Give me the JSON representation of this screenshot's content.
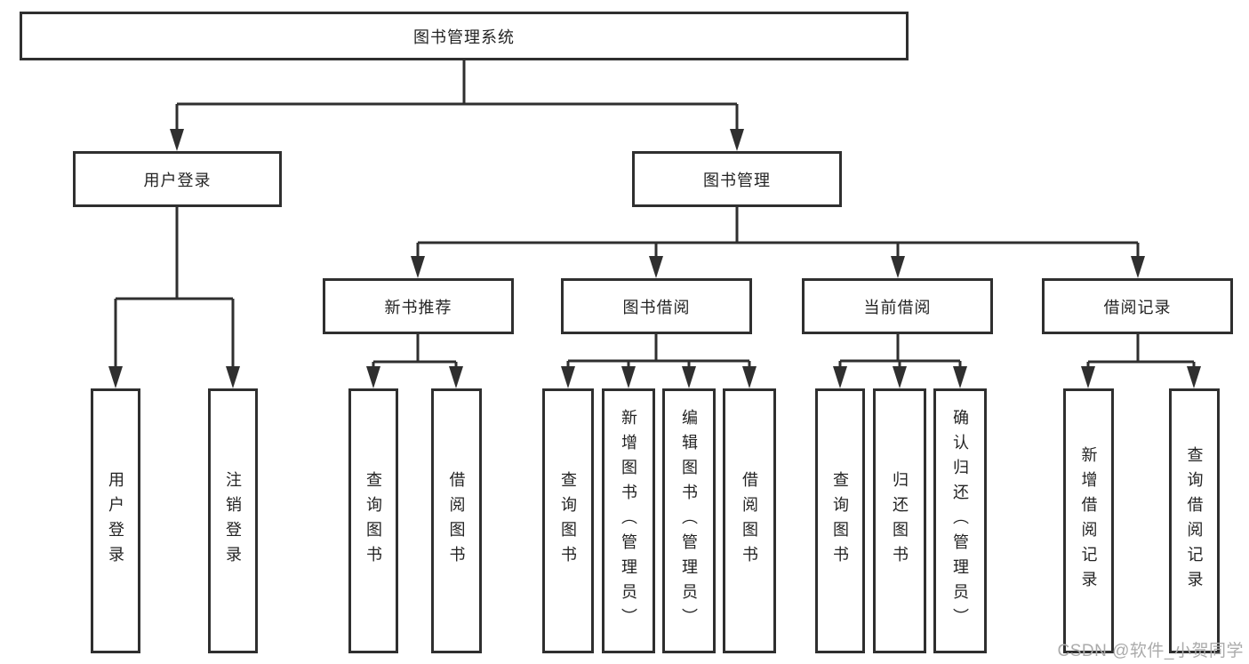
{
  "colors": {
    "line": "#2f2f2f",
    "box_border": "#2f2f2f",
    "box_fill": "#ffffff",
    "text": "#232323",
    "watermark": "#ababab"
  },
  "nodes": {
    "root": "图书管理系统",
    "user_login": "用户登录",
    "book_mgmt": "图书管理",
    "new_book_rec": "新书推荐",
    "book_borrow": "图书借阅",
    "current_borrow": "当前借阅",
    "borrow_record": "借阅记录",
    "user_login_children": [
      "用户登录",
      "注销登录"
    ],
    "new_book_rec_children": [
      "查询图书",
      "借阅图书"
    ],
    "book_borrow_children": [
      "查询图书",
      "新增图书（管理员）",
      "编辑图书（管理员）",
      "借阅图书"
    ],
    "current_borrow_children": [
      "查询图书",
      "归还图书",
      "确认归还（管理员）"
    ],
    "borrow_record_children": [
      "新增借阅记录",
      "查询借阅记录"
    ]
  },
  "watermark": {
    "text": "CSDN @软件_小贺同学"
  }
}
